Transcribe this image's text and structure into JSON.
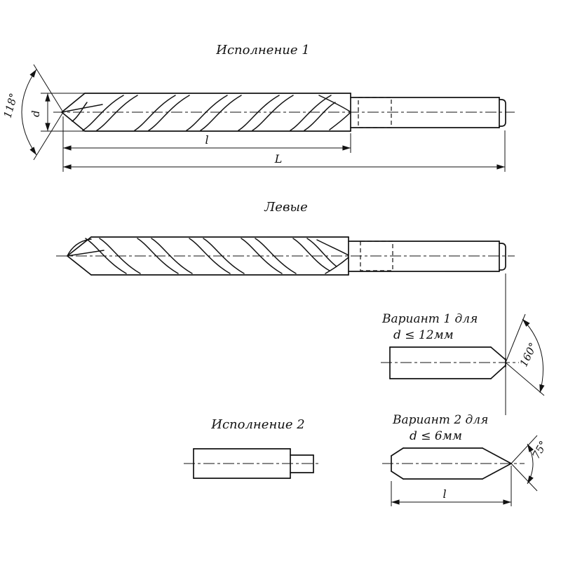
{
  "labels": {
    "version1": "Исполнение 1",
    "left_hand": "Левые",
    "variant1_line1": "Вариант 1 для",
    "variant1_line2": "d ≤ 12мм",
    "version2": "Исполнение 2",
    "variant2_line1": "Вариант 2 для",
    "variant2_line2": "d ≤ 6мм"
  },
  "dimensions": {
    "tip_angle": "118°",
    "variant1_angle": "160°",
    "variant2_angle": "75°",
    "diameter": "d",
    "flute_length": "l",
    "overall_length": "L",
    "variant2_length": "l"
  },
  "colors": {
    "ink": "#121212",
    "background": "#ffffff"
  }
}
